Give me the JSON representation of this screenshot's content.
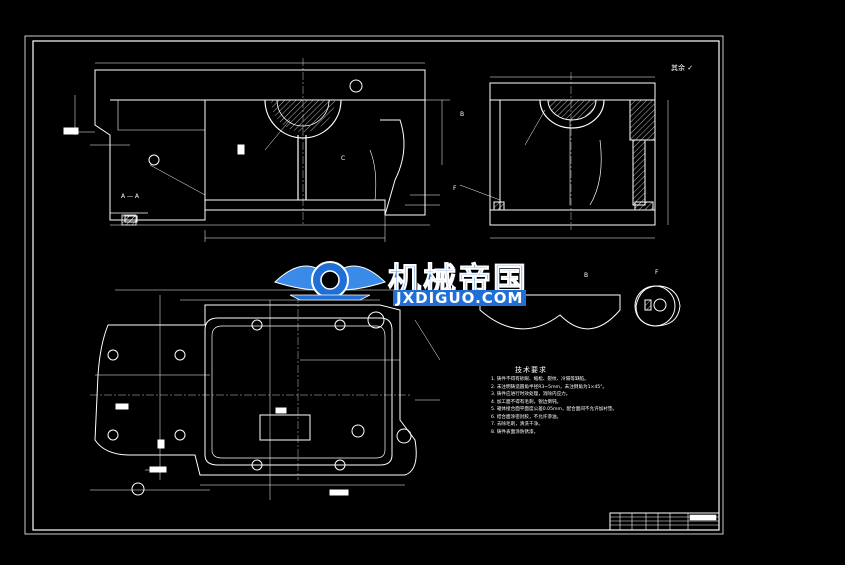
{
  "colors": {
    "background": "#000000",
    "line": "#ffffff",
    "dimension": "#ffffff",
    "watermark_blue": "#1f6fd6",
    "centerline": "#ffffff"
  },
  "watermark": {
    "title": "机械帝国",
    "subtitle": "JXDIGUO.COM",
    "logo_icon": "gear-wings-logo-icon"
  },
  "section_labels": {
    "section_a": "A — A",
    "view_b": "B",
    "view_f": "F",
    "view_c": "C"
  },
  "roughness_note": "其余 ✓",
  "requirements": {
    "title": "技术要求",
    "items": [
      "1. 铸件不得有砂眼、缩松、裂纹、冷隔等缺陷。",
      "2. 未注明铸造圆角半径R3~5mm，未注倒角为1×45°。",
      "3. 铸件应进行时效处理，消除内应力。",
      "4. 加工面不得有毛刺，锐边倒钝。",
      "5. 箱体接合面平面度公差0.05mm，配合面间不允许加衬垫。",
      "6. 结合面涂密封胶，不允许渗油。",
      "7. 去除毛刺，清洗干净。",
      "8. 铸件表面涂防锈漆。"
    ]
  },
  "title_block": {
    "rows": [
      "",
      "",
      "",
      ""
    ]
  }
}
